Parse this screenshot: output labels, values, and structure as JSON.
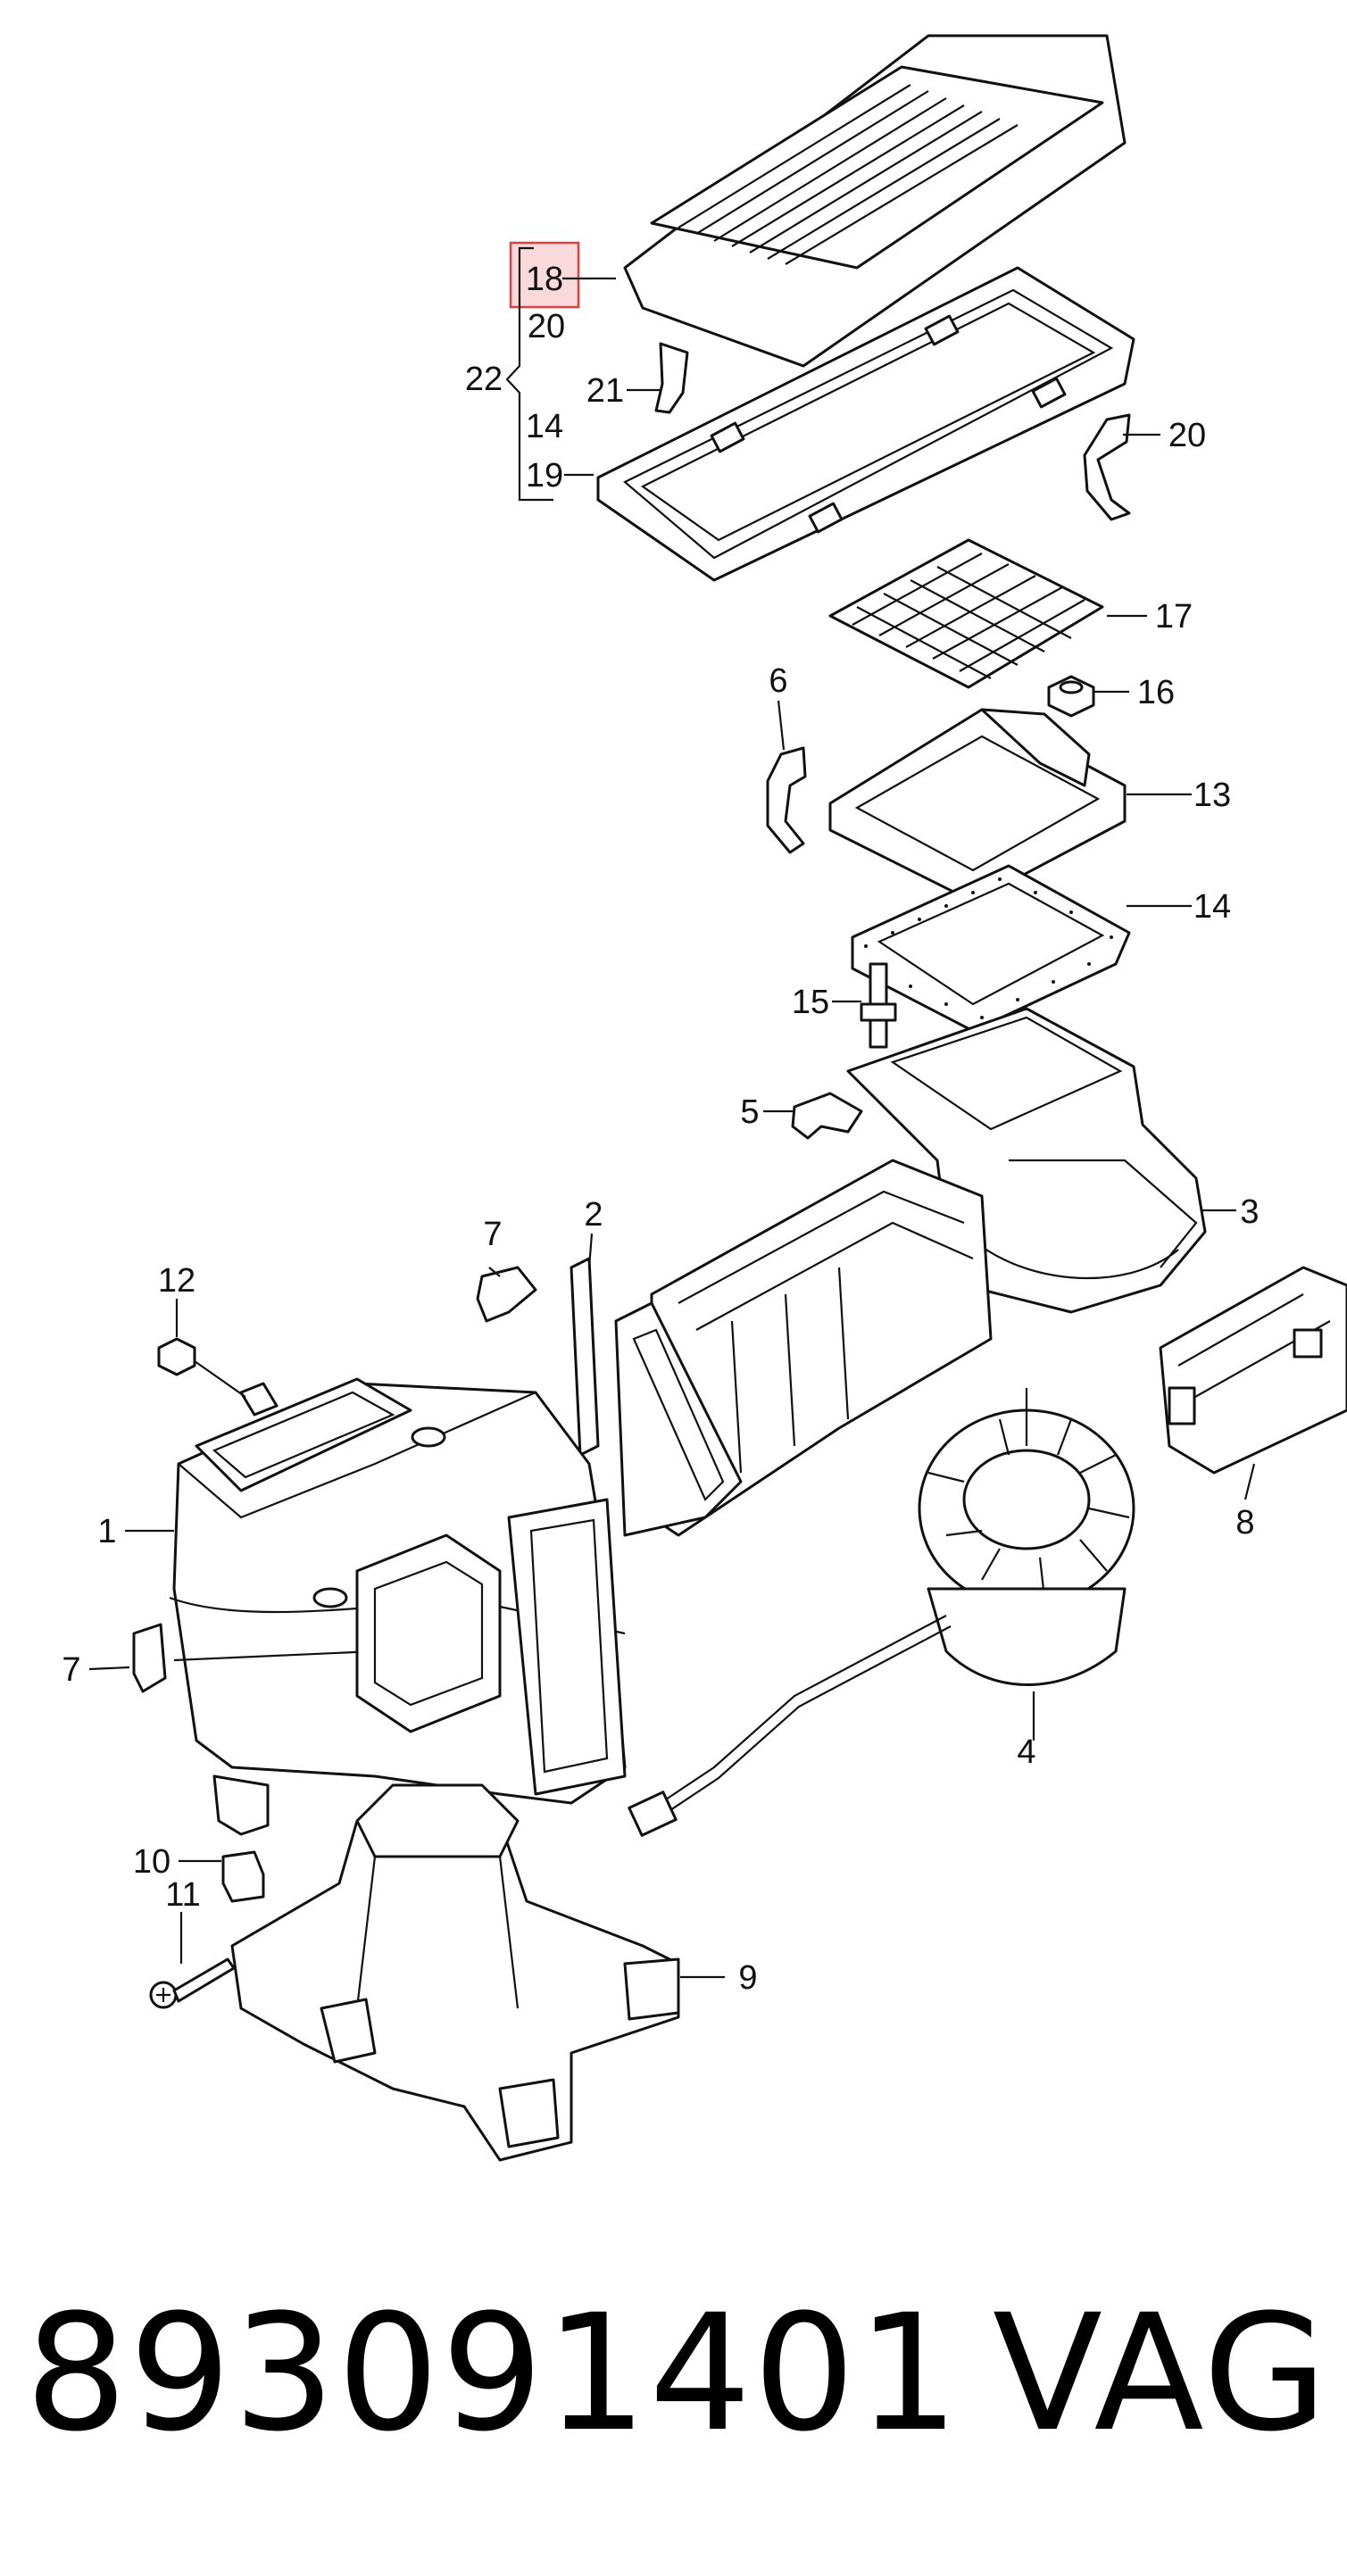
{
  "callouts": {
    "c1": "1",
    "c2": "2",
    "c3": "3",
    "c4": "4",
    "c5": "5",
    "c6": "6",
    "c7a": "7",
    "c7b": "7",
    "c8": "8",
    "c9": "9",
    "c10": "10",
    "c11": "11",
    "c12": "12",
    "c13": "13",
    "c14a": "14",
    "c14b": "14",
    "c15": "15",
    "c16": "16",
    "c17": "17",
    "c18": "18",
    "c19": "19",
    "c20a": "20",
    "c20b": "20",
    "c21": "21",
    "c22": "22"
  },
  "highlight": {
    "label": "18",
    "color": "#e04040"
  },
  "footer": {
    "part_number": "893091401",
    "brand": "VAG"
  }
}
